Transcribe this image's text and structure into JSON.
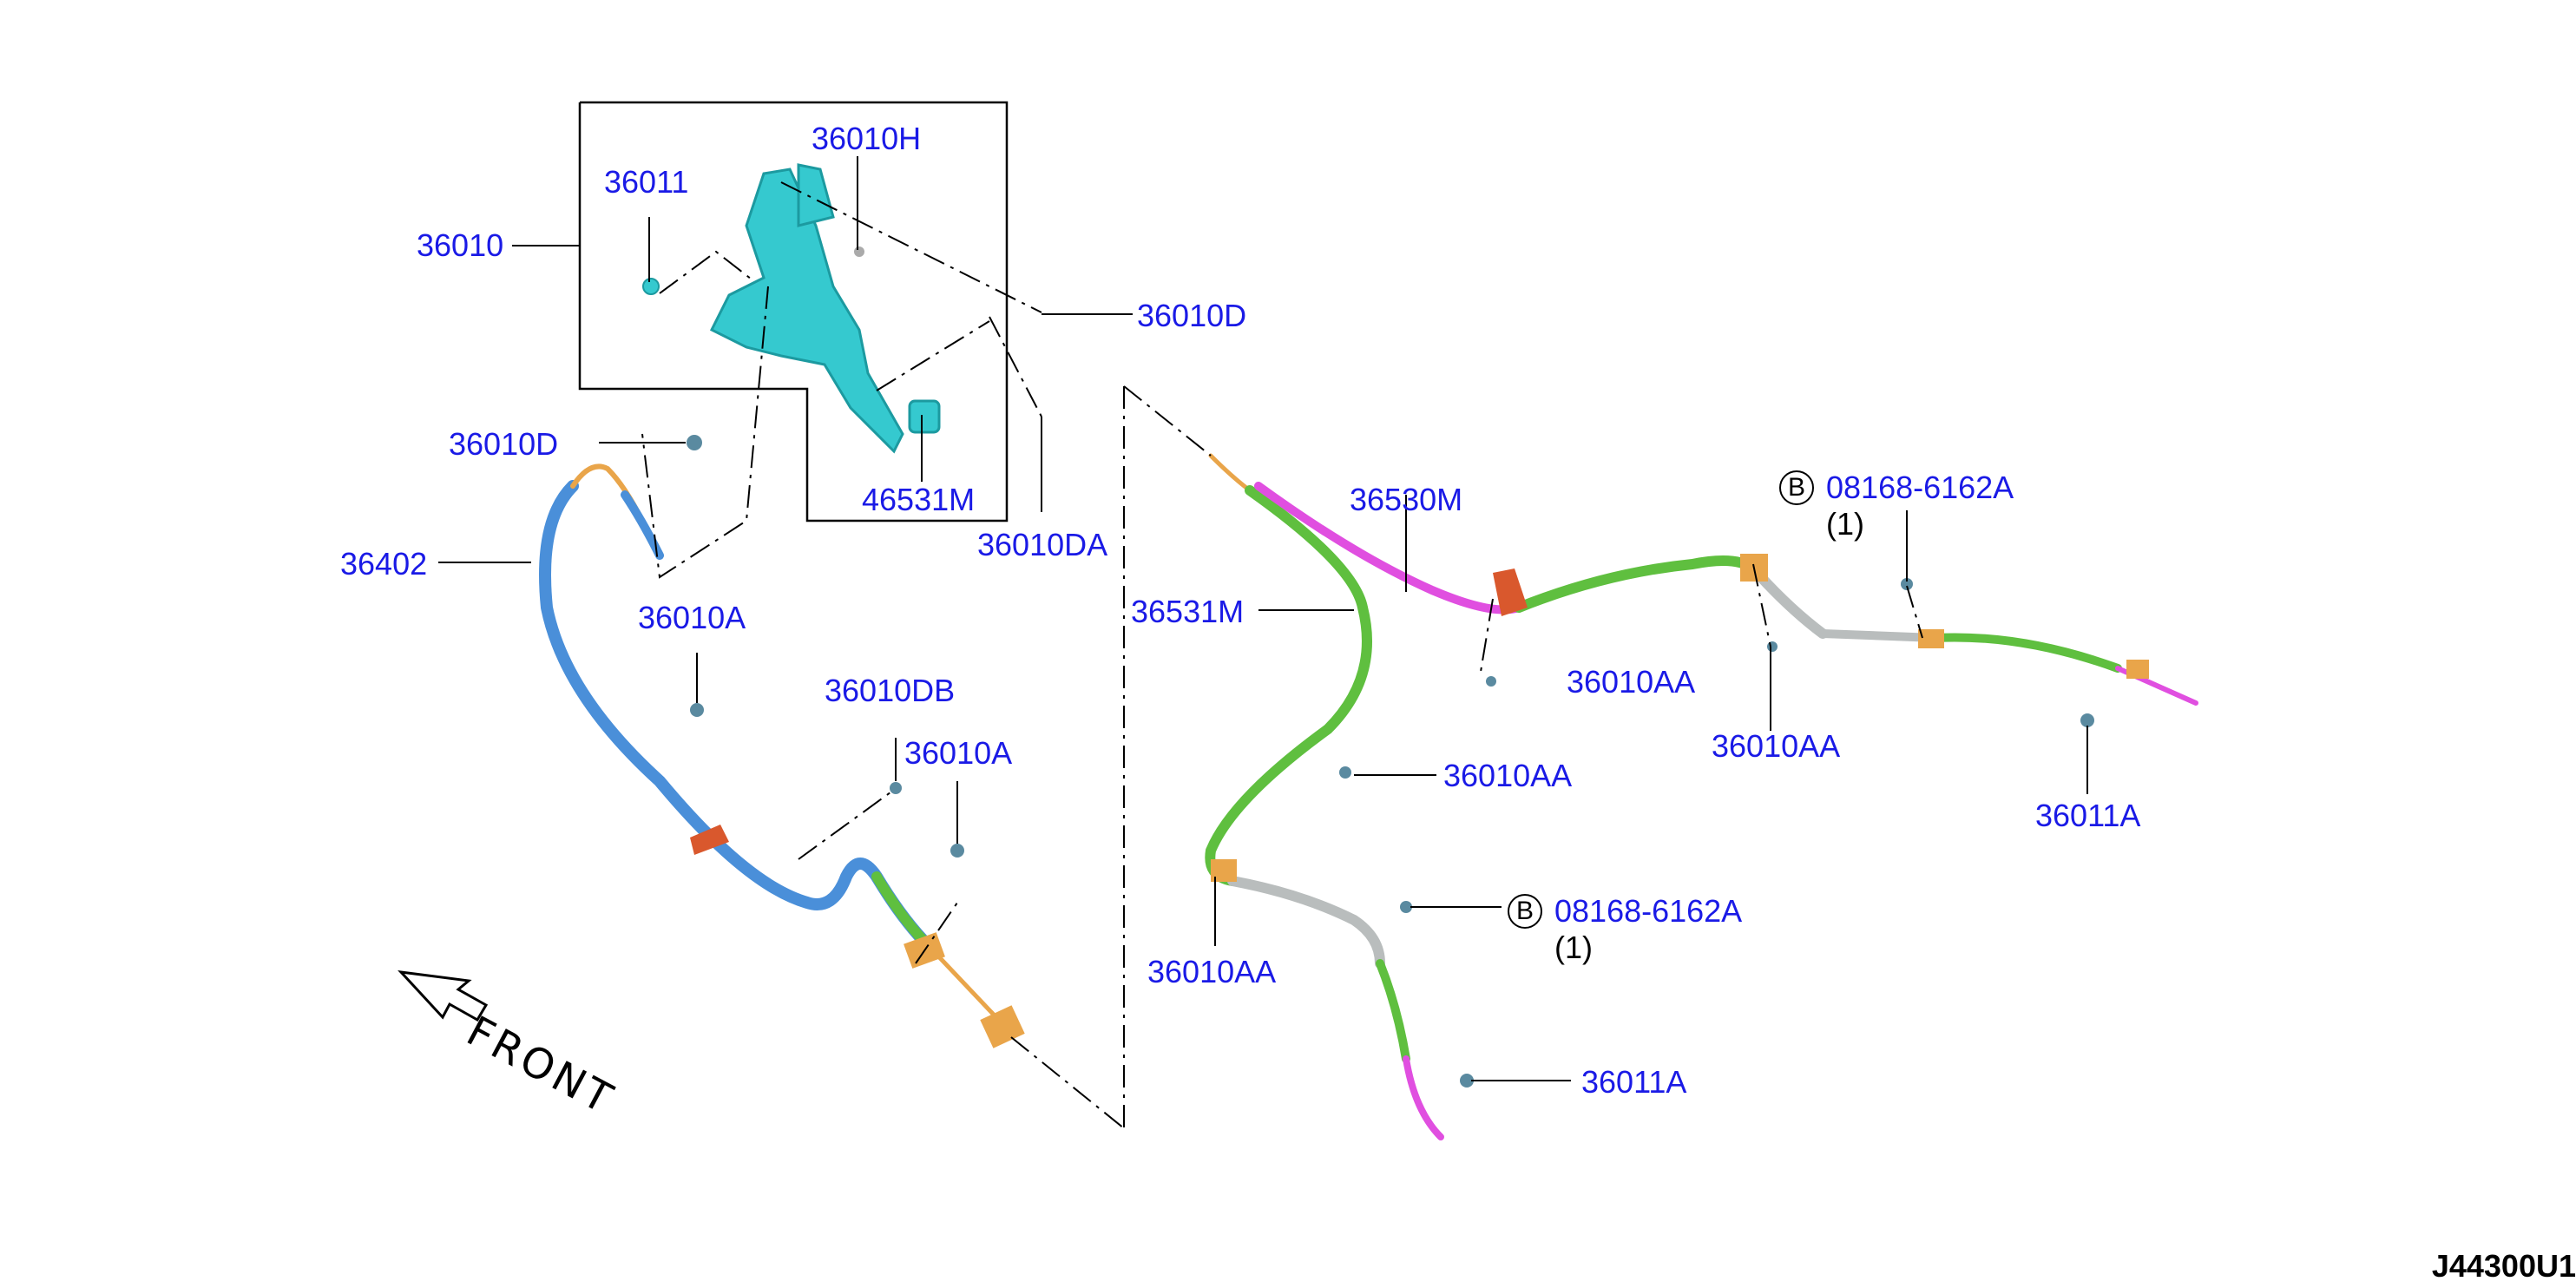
{
  "parts": {
    "p36010": "36010",
    "p36011": "36011",
    "p36010H": "36010H",
    "p36010D_top": "36010D",
    "p36010D_left": "36010D",
    "p46531M": "46531M",
    "p36010DA": "36010DA",
    "p36402": "36402",
    "p36010A_upper": "36010A",
    "p36010DB": "36010DB",
    "p36010A_lower": "36010A",
    "p36530M": "36530M",
    "p36531M": "36531M",
    "p36010AA_mid": "36010AA",
    "p36010AA_center": "36010AA",
    "p36010AA_right": "36010AA",
    "p36010AA_bottom": "36010AA",
    "p08168_top": "08168-6162A",
    "p08168_bottom": "08168-6162A",
    "p36011A_right": "36011A",
    "p36011A_bottom": "36011A"
  },
  "quantities": {
    "top": "(1)",
    "bottom": "(1)"
  },
  "ref_marks": {
    "top": "B",
    "bottom": "B"
  },
  "direction_label": "FRONT",
  "diagram_code": "J44300U1",
  "colors": {
    "label_blue": "#1a1ae6",
    "pedal_cyan": "#35c9cf",
    "cable_blue": "#4a8fd9",
    "cable_green": "#5fbf3f",
    "cable_magenta": "#e04fe0",
    "cable_gray": "#b9bdbd",
    "bracket_orange": "#e9a54a",
    "clip_red": "#d9582d"
  }
}
